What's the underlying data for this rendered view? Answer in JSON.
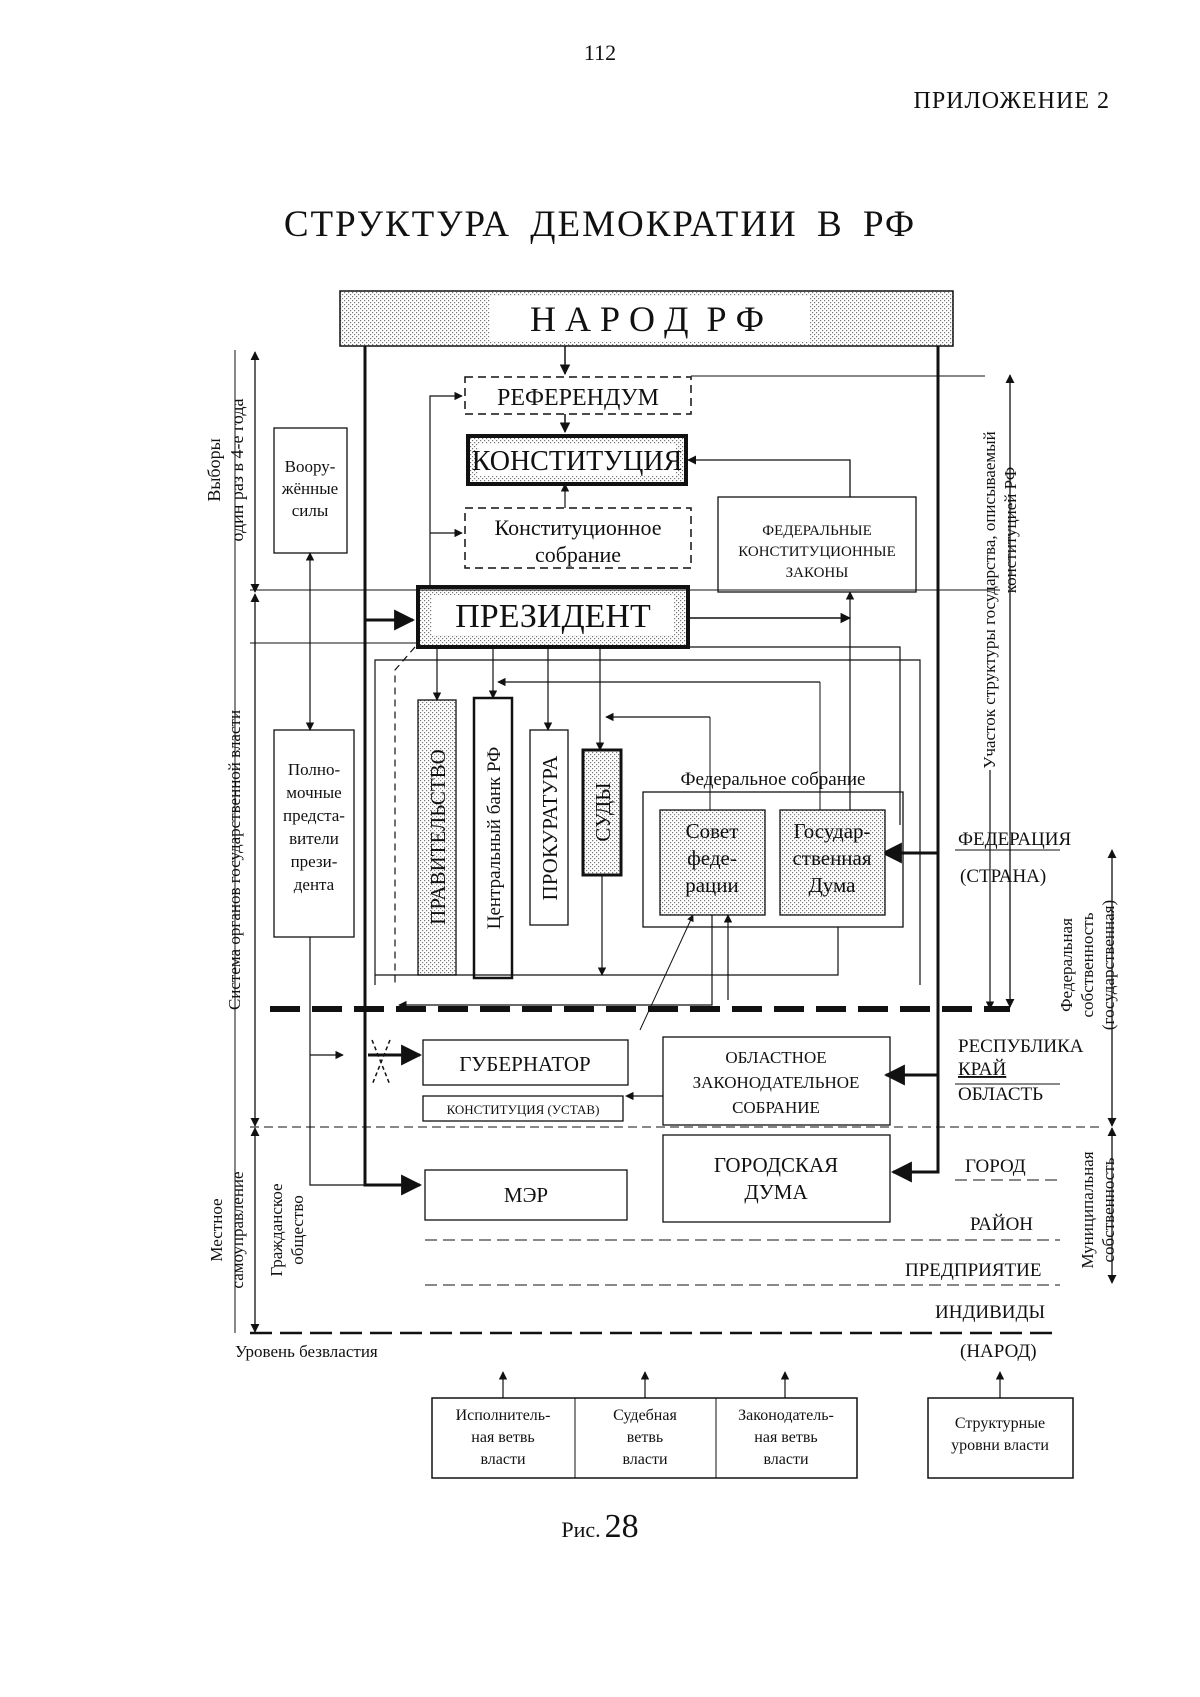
{
  "page_number": "112",
  "appendix": "ПРИЛОЖЕНИЕ 2",
  "title": "СТРУКТУРА ДЕМОКРАТИИ В РФ",
  "caption": {
    "prefix": "Рис.",
    "number": "28"
  },
  "boxes": {
    "people": "Н А Р О Д  Р Ф",
    "referendum": "РЕФЕРЕНДУМ",
    "constitution": "КОНСТИТУЦИЯ",
    "const_assembly": [
      "Конституционное",
      "собрание"
    ],
    "fed_const_laws": [
      "ФЕДЕРАЛЬНЫЕ",
      "КОНСТИТУЦИОННЫЕ",
      "ЗАКОНЫ"
    ],
    "armed_forces": [
      "Воору-",
      "жённые",
      "силы"
    ],
    "president": "ПРЕЗИДЕНТ",
    "plenipotentiaries": [
      "Полно-",
      "мочные",
      "предста-",
      "вители",
      "прези-",
      "дента"
    ],
    "government": "ПРАВИТЕЛЬСТВО",
    "central_bank": "Центральный банк РФ",
    "prosecutor": "ПРОКУРАТУРА",
    "courts": "СУДЫ",
    "federal_assembly": "Федеральное собрание",
    "federation_council": [
      "Совет",
      "феде-",
      "рации"
    ],
    "state_duma": [
      "Государ-",
      "ственная",
      "Дума"
    ],
    "governor": "ГУБЕРНАТОР",
    "regional_constitution": "КОНСТИТУЦИЯ (УСТАВ)",
    "regional_assembly": [
      "ОБЛАСТНОЕ",
      "ЗАКОНОДАТЕЛЬНОЕ",
      "СОБРАНИЕ"
    ],
    "mayor": "МЭР",
    "city_duma": [
      "ГОРОДСКАЯ",
      "ДУМА"
    ]
  },
  "levels": {
    "federation": "ФЕДЕРАЦИЯ",
    "country": "(СТРАНА)",
    "republic": "РЕСПУБЛИКА",
    "krai": "КРАЙ",
    "oblast": "ОБЛАСТЬ",
    "city": "ГОРОД",
    "district": "РАЙОН",
    "enterprise": "ПРЕДПРИЯТИЕ",
    "individuals": "ИНДИВИДЫ",
    "people": "(НАРОД)",
    "anarchy": "Уровень безвластия"
  },
  "side_labels": {
    "elections": [
      "Выборы",
      "один раз в 4-е года"
    ],
    "state_system": "Система органов государственной власти",
    "local": [
      "Местное",
      "самоуправление"
    ],
    "civil": [
      "Гражданское",
      "общество"
    ],
    "structure_part": [
      "Участок структуры государства, описываемый",
      "конституцией РФ"
    ],
    "federal_property": [
      "Федеральная",
      "собственность",
      "(государственная)"
    ],
    "municipal_property": [
      "Муниципальная",
      "собственность"
    ]
  },
  "legend": {
    "executive": [
      "Исполнитель-",
      "ная ветвь",
      "власти"
    ],
    "judicial": [
      "Судебная",
      "ветвь",
      "власти"
    ],
    "legislative": [
      "Законодатель-",
      "ная ветвь",
      "власти"
    ],
    "levels": [
      "Структурные",
      "уровни власти"
    ]
  }
}
